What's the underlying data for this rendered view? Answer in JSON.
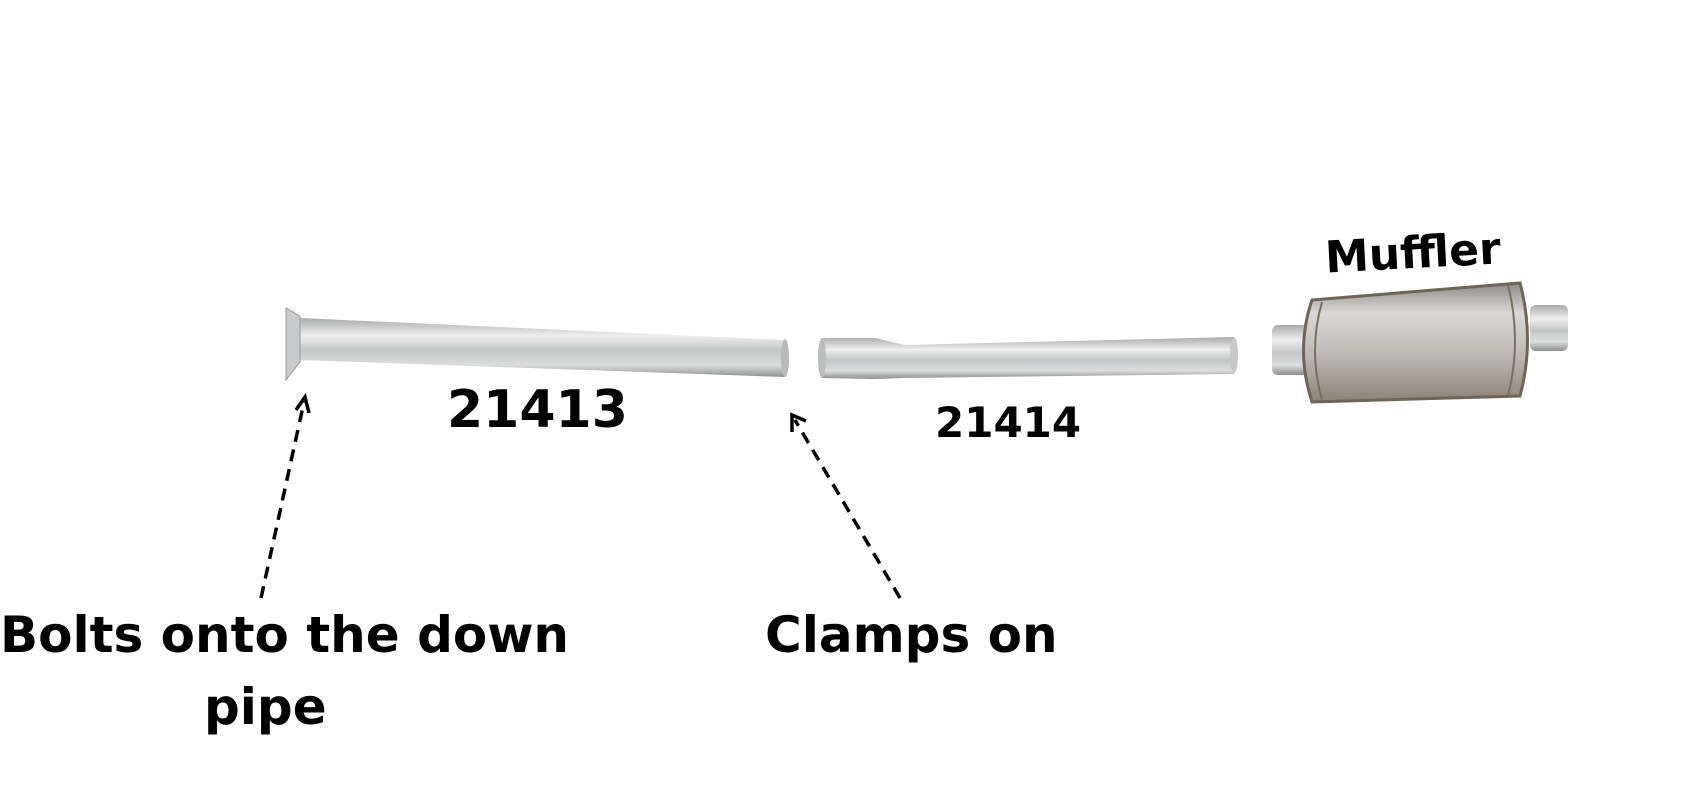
{
  "labels": {
    "muffler": "Muffler",
    "part_1": "21413",
    "part_2": "21414",
    "bolts_line1": "Bolts onto the down",
    "bolts_line2": "pipe",
    "clamps": "Clamps on"
  },
  "colors": {
    "text": "#000000",
    "steel_light": "#e2e3e3",
    "steel_dark": "#9a9b9c"
  }
}
